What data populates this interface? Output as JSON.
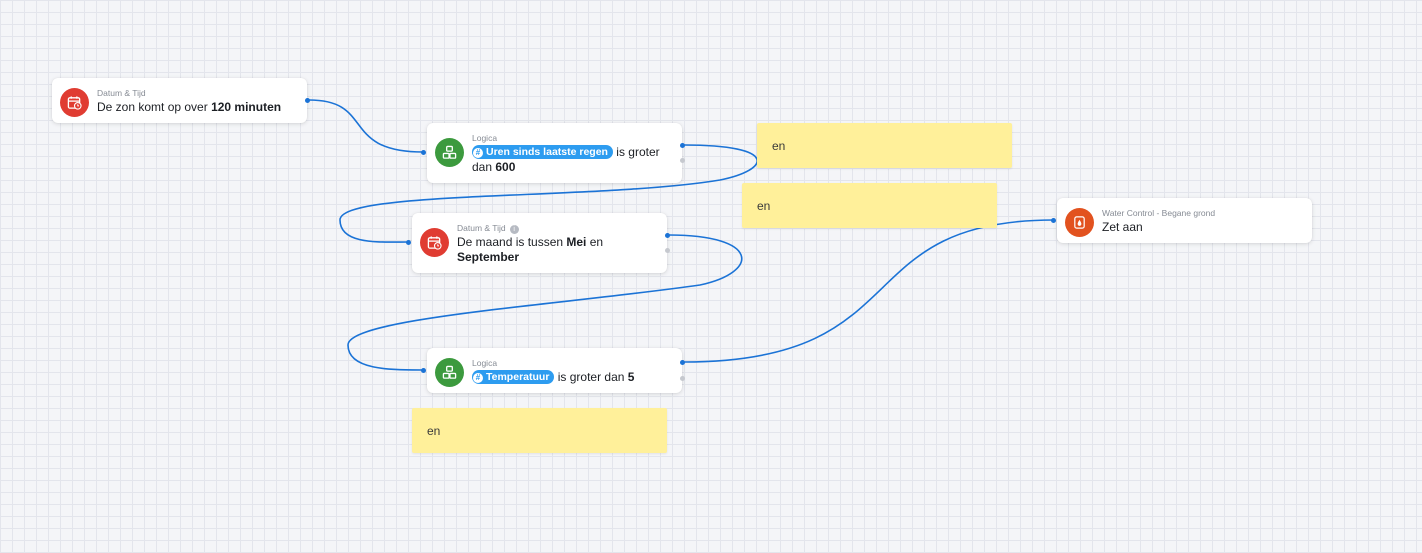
{
  "canvas": {
    "cards": [
      {
        "category": "Datum & Tijd",
        "parts": [
          "De zon komt op over ",
          "120 minuten"
        ]
      },
      {
        "category": "Logica",
        "token": "Uren sinds laatste regen",
        "parts": [
          " is groter dan ",
          "600"
        ]
      },
      {
        "category": "Datum & Tijd",
        "parts": [
          "De maand is tussen ",
          "Mei",
          " en ",
          "September"
        ]
      },
      {
        "category": "Logica",
        "token": "Temperatuur",
        "parts": [
          " is groter dan ",
          "5"
        ]
      },
      {
        "category": "Water Control - Begane grond",
        "parts": [
          "Zet aan"
        ]
      }
    ],
    "notes": [
      "en",
      "en",
      "en"
    ]
  },
  "icons": {
    "datetime": "calendar-clock-icon",
    "logic": "logic-blocks-icon",
    "water": "water-valve-icon",
    "token": "hash-icon",
    "info": "info-icon"
  },
  "colors": {
    "datetime_icon": "#e03c32",
    "logic_icon": "#3c9a3e",
    "water_icon": "#e2521f",
    "token": "#2d9cf0",
    "wire": "#1b73d6",
    "note": "#fff09a"
  }
}
